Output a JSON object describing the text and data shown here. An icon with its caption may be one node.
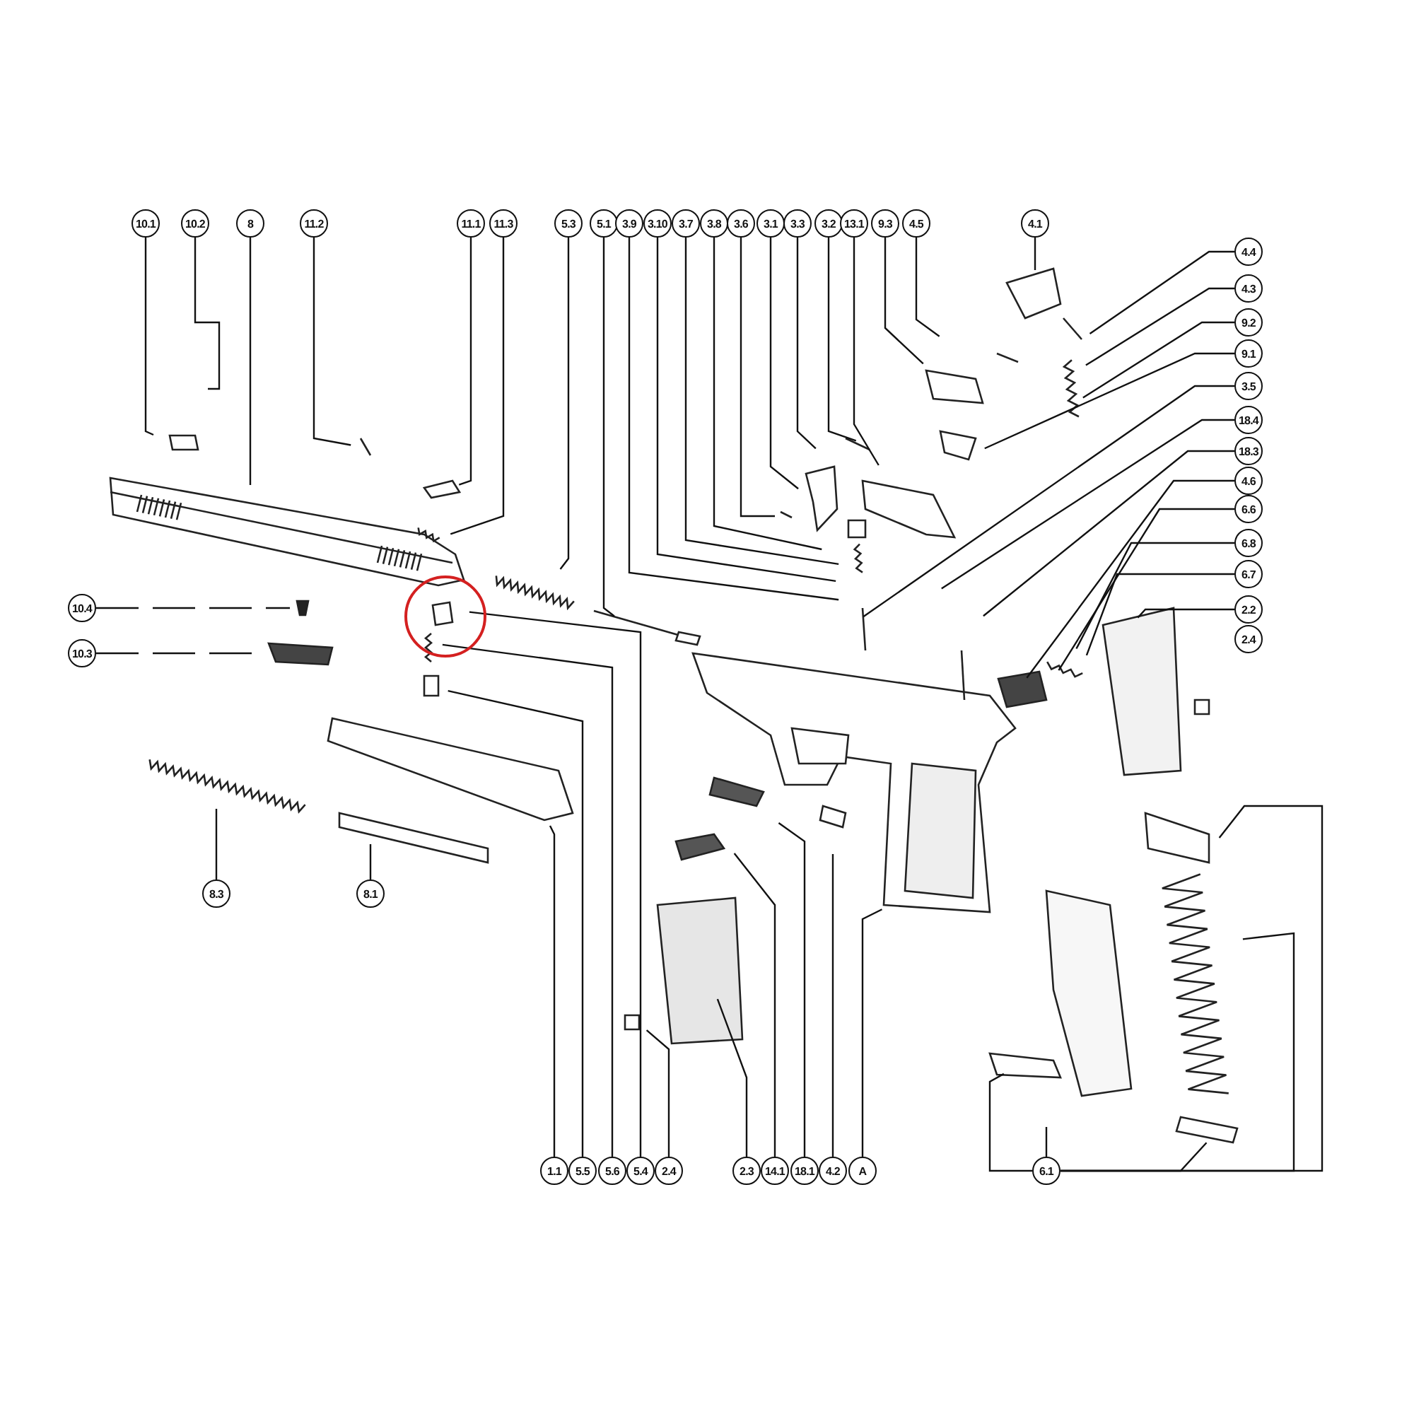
{
  "diagram": {
    "nodes": [
      {
        "text": [
          "10.1"
        ]
      },
      {
        "text": [
          "10.2"
        ]
      },
      {
        "text": [
          "8"
        ]
      },
      {
        "text": [
          "11.2"
        ]
      },
      {
        "text": [
          "11.1"
        ]
      },
      {
        "text": [
          "11.3"
        ]
      },
      {
        "text": [
          "5.3"
        ]
      },
      {
        "text": [
          "5.1"
        ]
      },
      {
        "text": [
          "3.9"
        ]
      },
      {
        "text": [
          "3.10"
        ]
      },
      {
        "text": [
          "3.7"
        ]
      },
      {
        "text": [
          "3.8"
        ]
      },
      {
        "text": [
          "3.6"
        ]
      },
      {
        "text": [
          "3.1"
        ]
      },
      {
        "text": [
          "3.3"
        ]
      },
      {
        "text": [
          "3.2"
        ]
      },
      {
        "text": [
          "13.1"
        ]
      },
      {
        "text": [
          "9.3"
        ]
      },
      {
        "text": [
          "4.5"
        ]
      },
      {
        "text": [
          "4.1"
        ]
      },
      {
        "text": [
          "4.4"
        ]
      },
      {
        "text": [
          "4.3"
        ]
      },
      {
        "text": [
          "9.2"
        ]
      },
      {
        "text": [
          "9.1"
        ]
      },
      {
        "text": [
          "3.5"
        ]
      },
      {
        "text": [
          "18.4"
        ]
      },
      {
        "text": [
          "18.3"
        ]
      },
      {
        "text": [
          "4.6"
        ]
      },
      {
        "text": [
          "6.6"
        ]
      },
      {
        "text": [
          "6.8"
        ]
      },
      {
        "text": [
          "6.7"
        ]
      },
      {
        "text": [
          "2.2"
        ]
      },
      {
        "text": [
          "2.4"
        ]
      },
      {
        "text": [
          "10.4"
        ]
      },
      {
        "text": [
          "10.3"
        ]
      },
      {
        "text": [
          "8.3"
        ]
      },
      {
        "text": [
          "8.1"
        ]
      },
      {
        "text": [
          "1.1"
        ]
      },
      {
        "text": [
          "5.5"
        ]
      },
      {
        "text": [
          "5.6"
        ]
      },
      {
        "text": [
          "5.4"
        ]
      },
      {
        "text": [
          "2.4"
        ]
      },
      {
        "text": [
          "2.3"
        ]
      },
      {
        "text": [
          "14.1"
        ]
      },
      {
        "text": [
          "18.1"
        ]
      },
      {
        "text": [
          "4.2"
        ]
      },
      {
        "text": [
          "A"
        ]
      },
      {
        "text": [
          "6.1"
        ]
      }
    ],
    "edges": [
      {
        "from": 0,
        "to": null,
        "arrow": "none"
      },
      {
        "from": 1,
        "to": null,
        "arrow": "none"
      },
      {
        "from": 2,
        "to": null,
        "arrow": "none"
      },
      {
        "from": 3,
        "to": null,
        "arrow": "none"
      },
      {
        "from": 4,
        "to": null,
        "arrow": "none"
      },
      {
        "from": 5,
        "to": null,
        "arrow": "none"
      },
      {
        "from": 6,
        "to": null,
        "arrow": "none"
      },
      {
        "from": 7,
        "to": null,
        "arrow": "none"
      },
      {
        "from": 8,
        "to": null,
        "arrow": "none"
      },
      {
        "from": 9,
        "to": null,
        "arrow": "none"
      },
      {
        "from": 10,
        "to": null,
        "arrow": "none"
      },
      {
        "from": 11,
        "to": null,
        "arrow": "none"
      },
      {
        "from": 12,
        "to": null,
        "arrow": "none"
      },
      {
        "from": 13,
        "to": null,
        "arrow": "none"
      },
      {
        "from": 14,
        "to": null,
        "arrow": "none"
      },
      {
        "from": 15,
        "to": null,
        "arrow": "none"
      },
      {
        "from": 16,
        "to": null,
        "arrow": "none"
      },
      {
        "from": 17,
        "to": null,
        "arrow": "none"
      },
      {
        "from": 18,
        "to": null,
        "arrow": "none"
      },
      {
        "from": 19,
        "to": null,
        "arrow": "none"
      },
      {
        "from": 20,
        "to": null,
        "arrow": "none"
      },
      {
        "from": 21,
        "to": null,
        "arrow": "none"
      },
      {
        "from": 22,
        "to": null,
        "arrow": "none"
      },
      {
        "from": 23,
        "to": null,
        "arrow": "none"
      },
      {
        "from": 24,
        "to": null,
        "arrow": "none"
      },
      {
        "from": 25,
        "to": null,
        "arrow": "none"
      },
      {
        "from": 26,
        "to": null,
        "arrow": "none"
      },
      {
        "from": 27,
        "to": null,
        "arrow": "none"
      },
      {
        "from": 28,
        "to": null,
        "arrow": "none"
      },
      {
        "from": 29,
        "to": null,
        "arrow": "none"
      },
      {
        "from": 30,
        "to": null,
        "arrow": "none"
      },
      {
        "from": 31,
        "to": null,
        "arrow": "none"
      },
      {
        "from": 33,
        "to": null,
        "arrow": "none",
        "style": "dashed"
      },
      {
        "from": 34,
        "to": null,
        "arrow": "none",
        "style": "dashed"
      },
      {
        "from": 35,
        "to": null,
        "arrow": "none"
      },
      {
        "from": 36,
        "to": null,
        "arrow": "none"
      },
      {
        "from": 37,
        "to": null,
        "arrow": "none"
      },
      {
        "from": 38,
        "to": null,
        "arrow": "none"
      },
      {
        "from": 39,
        "to": null,
        "arrow": "none"
      },
      {
        "from": 40,
        "to": null,
        "arrow": "none"
      },
      {
        "from": 41,
        "to": null,
        "arrow": "none"
      },
      {
        "from": 42,
        "to": null,
        "arrow": "none"
      },
      {
        "from": 43,
        "to": null,
        "arrow": "none"
      },
      {
        "from": 44,
        "to": null,
        "arrow": "none"
      },
      {
        "from": 45,
        "to": null,
        "arrow": "none"
      },
      {
        "from": 46,
        "to": null,
        "arrow": "none"
      },
      {
        "from": 47,
        "to": null,
        "arrow": "none"
      },
      {
        "from": 47,
        "to": null,
        "arrow": "none"
      },
      {
        "from": 47,
        "to": null,
        "arrow": "none"
      },
      {
        "from": 47,
        "to": null,
        "arrow": "none"
      },
      {
        "from": 47,
        "to": null,
        "arrow": "none"
      }
    ]
  }
}
